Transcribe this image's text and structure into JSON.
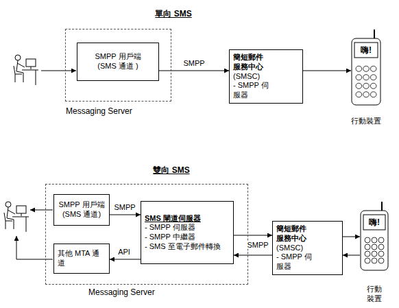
{
  "diagram": {
    "nodes": [
      {
        "text": [
          "Messaging Server"
        ]
      },
      {
        "text": [
          "SMPP 用戶端 (SMS 通道 )"
        ],
        "in": 0
      },
      {
        "text": [
          "簡短郵件 服務中心",
          "(SMSC)",
          "- SMPP 伺服器"
        ]
      },
      {
        "text": [
          "嗨!",
          "行動裝置"
        ]
      },
      {
        "text": [
          "Messaging Server"
        ]
      },
      {
        "text": [
          "SMPP 用戶端 (SMS 通道)"
        ],
        "in": 4
      },
      {
        "text": [
          "其他 MTA 通道"
        ],
        "in": 4
      },
      {
        "text": [
          "SMS 閘道伺服器",
          "- SMPP 伺服器",
          "- SMPP 中繼器",
          "- SMS 至電子郵件轉換"
        ],
        "in": 4
      },
      {
        "text": [
          "簡短郵件 服務中心",
          "(SMSC)",
          "- SMPP 伺服器"
        ]
      },
      {
        "text": [
          "嗨!",
          "行動 裝置"
        ]
      }
    ],
    "edges": [
      {
        "from": 1,
        "to": 2,
        "arrow": "to",
        "label": "SMPP"
      },
      {
        "from": 2,
        "to": 3,
        "arrow": "to"
      },
      {
        "from": 5,
        "to": 7,
        "arrow": "to",
        "label": "SMPP"
      },
      {
        "from": 7,
        "to": 6,
        "arrow": "to",
        "label": "API"
      },
      {
        "from": 7,
        "to": 8,
        "arrow": "to"
      },
      {
        "from": 8,
        "to": 7,
        "arrow": "to",
        "label": "SMPP"
      },
      {
        "from": 8,
        "to": 9,
        "arrow": "to"
      },
      {
        "from": 9,
        "to": 8,
        "arrow": "to"
      }
    ],
    "labels": [
      "單向 SMS",
      "雙向 SMS"
    ]
  }
}
